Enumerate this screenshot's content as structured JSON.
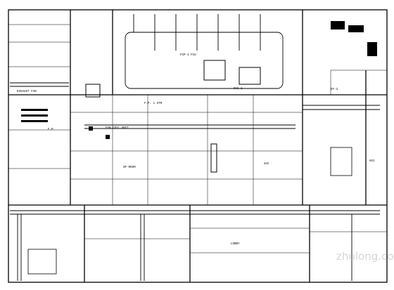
{
  "drawing": {
    "type": "HVAC floor plan (CAD drawing)",
    "line_color": "#000000",
    "background_color": "#ffffff",
    "watermark_color": "#c9c9c9",
    "labels": [
      "FCP-1 FCU",
      "F.P. 1 STM",
      "EXHAUST FAN",
      "RAC-1",
      "FAN COIL UNIT",
      "SP ROOM",
      "SAC",
      "EF-3",
      "LOBBY",
      "F.P.",
      "HX1"
    ],
    "watermark": "zhulong.com"
  }
}
